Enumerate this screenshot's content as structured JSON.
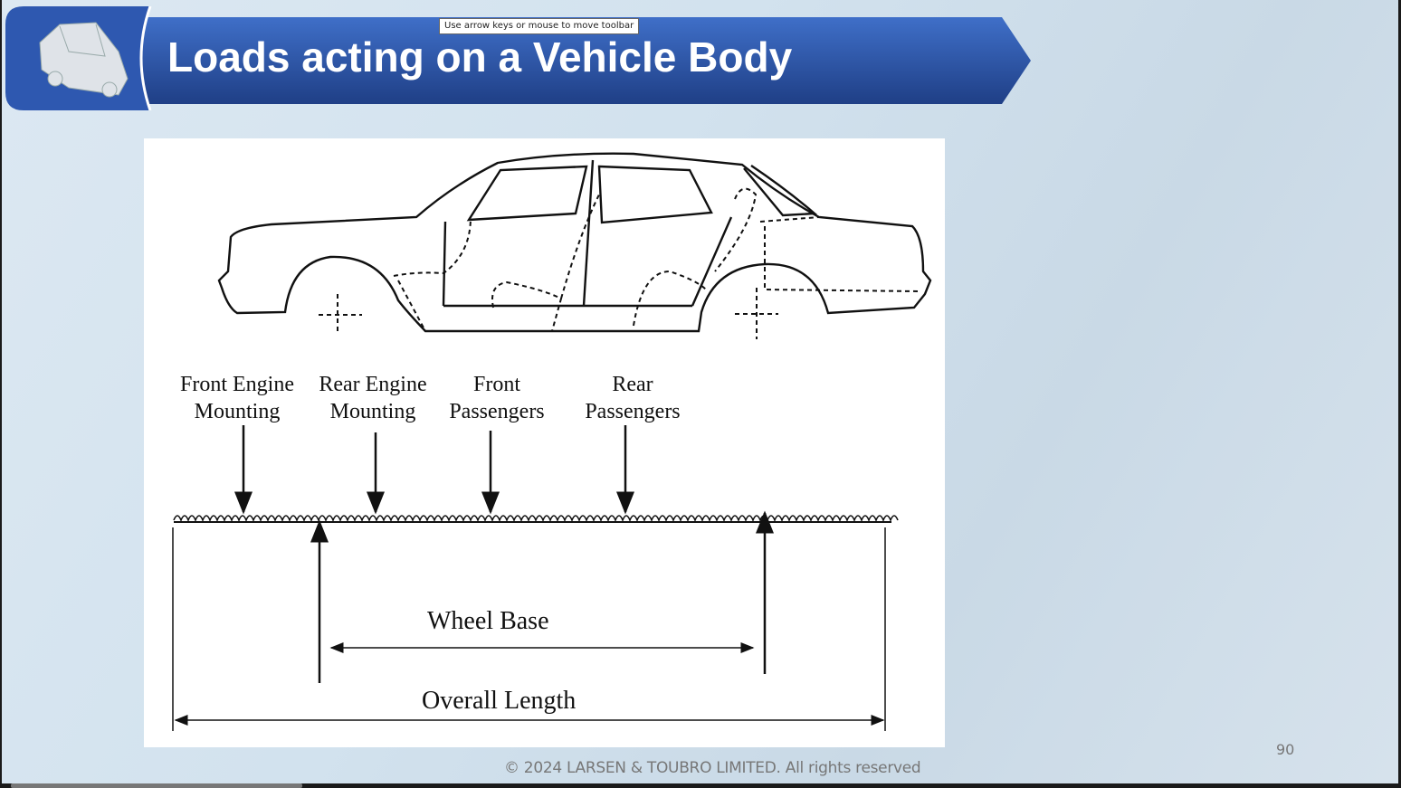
{
  "slide": {
    "title": "Loads acting on a Vehicle Body",
    "tooltip": "Use arrow keys or mouse to move toolbar",
    "footer": "© 2024 LARSEN & TOUBRO LIMITED. All rights reserved",
    "page_number": "90",
    "logo_icon": "car-body-frame-icon"
  },
  "diagram": {
    "loads": [
      {
        "line1": "Front Engine",
        "line2": "Mounting"
      },
      {
        "line1": "Rear Engine",
        "line2": "Mounting"
      },
      {
        "line1": "Front",
        "line2": "Passengers"
      },
      {
        "line1": "Rear",
        "line2": "Passengers"
      }
    ],
    "wheel_base": "Wheel Base",
    "overall_length": "Overall Length"
  }
}
